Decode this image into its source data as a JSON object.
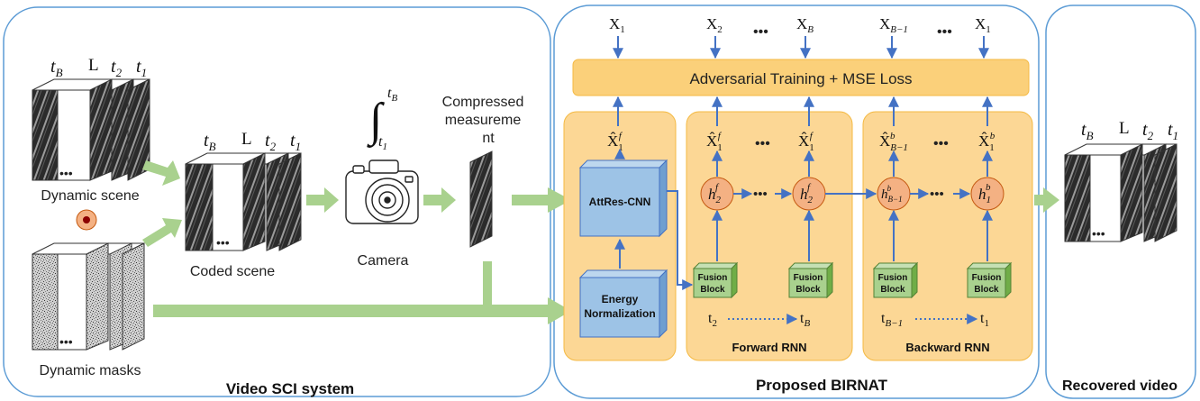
{
  "panels": {
    "sci_title": "Video SCI system",
    "birnat_title": "Proposed BIRNAT",
    "recovered_title": "Recovered video"
  },
  "frame_labels": {
    "tB": "t",
    "tB_sub": "B",
    "L": "L",
    "t2": "t",
    "t2_sub": "2",
    "t1": "t",
    "t1_sub": "1"
  },
  "sci": {
    "dynamic_scene": "Dynamic scene",
    "dynamic_masks": "Dynamic masks",
    "coded_scene": "Coded scene",
    "camera": "Camera",
    "compressed_line1": "Compressed",
    "compressed_line2": "measureme",
    "compressed_line3": "nt",
    "integral_upper": "t",
    "integral_upper_sub": "B",
    "integral_lower": "t",
    "integral_lower_sub": "1",
    "dots": "•••"
  },
  "birnat": {
    "loss_label": "Adversarial Training + MSE Loss",
    "outputs": [
      {
        "base": "X",
        "sub": "1"
      },
      {
        "base": "X",
        "sub": "2"
      },
      {
        "base": "X",
        "sub": "B"
      },
      {
        "base": "X",
        "sub": "B−1"
      },
      {
        "base": "X",
        "sub": "1"
      }
    ],
    "output_dots": "•••",
    "attres_cnn": "AttRes-CNN",
    "energy_norm_line1": "Energy",
    "energy_norm_line2": "Normalization",
    "fusion_line1": "Fusion",
    "fusion_line2": "Block",
    "forward_rnn": "Forward RNN",
    "backward_rnn": "Backward RNN",
    "cnn_output": {
      "base": "X̂",
      "sub": "1",
      "sup": "f"
    },
    "forward_outputs": [
      {
        "base": "X̂",
        "sub": "1",
        "sup": "f"
      },
      {
        "base": "X̂",
        "sub": "1",
        "sup": "f"
      }
    ],
    "backward_outputs": [
      {
        "base": "X̂",
        "sub": "B−1",
        "sup": "b"
      },
      {
        "base": "X̂",
        "sub": "1",
        "sup": "b"
      }
    ],
    "forward_states": [
      {
        "base": "h",
        "sub": "2",
        "sup": "f"
      },
      {
        "base": "h",
        "sub": "2",
        "sup": "f"
      }
    ],
    "backward_states": [
      {
        "base": "h",
        "sub": "B−1",
        "sup": "b"
      },
      {
        "base": "h",
        "sub": "1",
        "sup": "b"
      }
    ],
    "forward_time_start": {
      "base": "t",
      "sub": "2"
    },
    "forward_time_end": {
      "base": "t",
      "sub": "B"
    },
    "backward_time_start": {
      "base": "t",
      "sub": "B−1"
    },
    "backward_time_end": {
      "base": "t",
      "sub": "1"
    },
    "dots": "•••"
  },
  "colors": {
    "panel_border": "#5b9bd5",
    "loss_bar": "#fbd07a",
    "rnn_panel": "#fcd795",
    "cnn_block": "#9dc3e6",
    "fusion_block": "#a9d18e",
    "hidden_state": "#f4b183",
    "arrow_blue": "#4472c4",
    "arrow_green": "#a9d18e"
  }
}
